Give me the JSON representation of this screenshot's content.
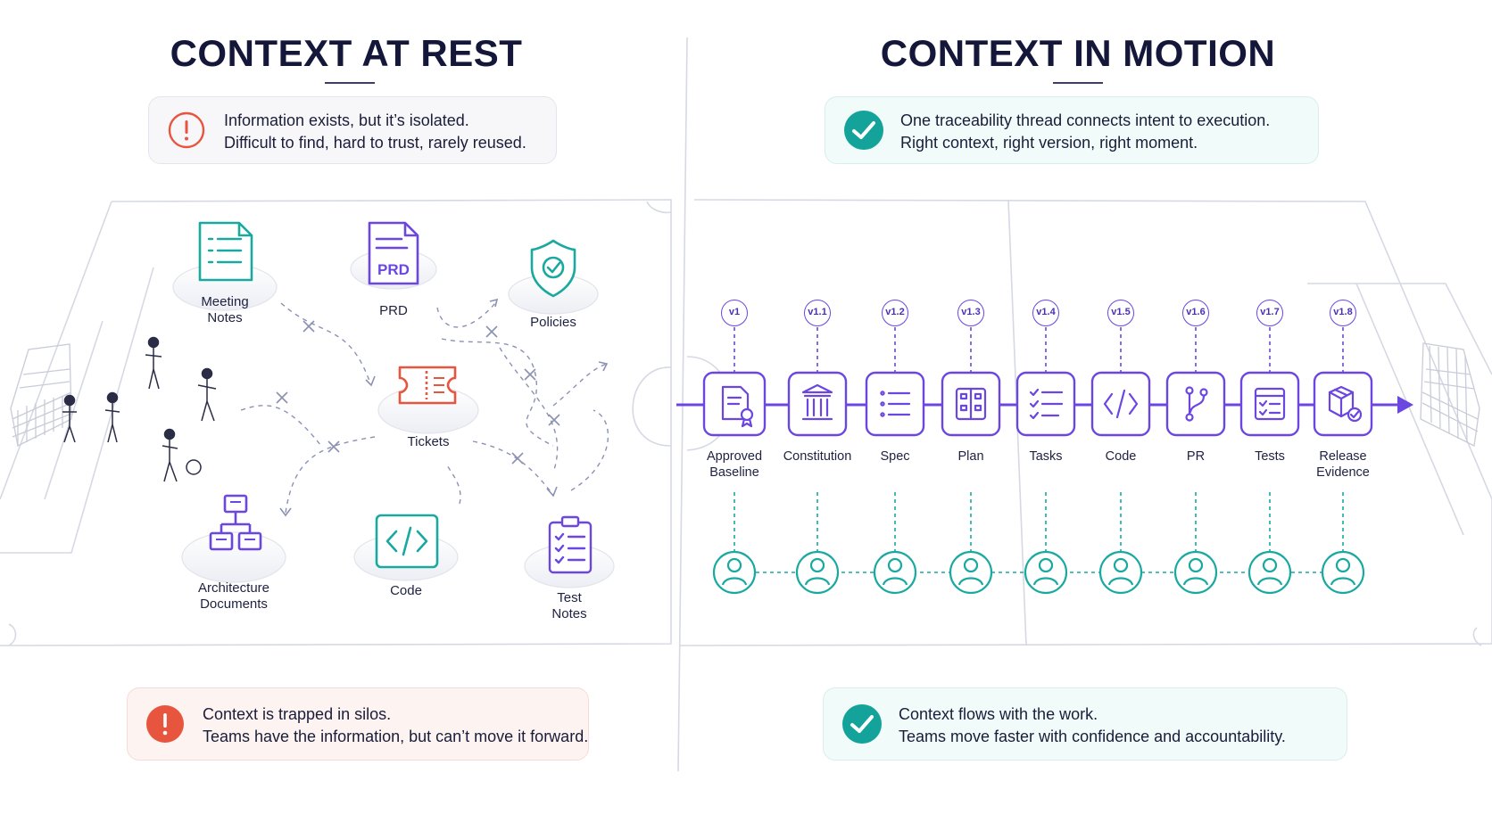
{
  "left": {
    "title": "CONTEXT AT REST",
    "top_callout": {
      "line1": "Information exists, but it’s isolated.",
      "line2": "Difficult to find, hard to trust, rarely reused."
    },
    "artifacts": [
      {
        "label": "Meeting\nNotes",
        "icon": "meeting-notes-icon"
      },
      {
        "label": "PRD",
        "icon": "prd-document-icon",
        "badge": "PRD"
      },
      {
        "label": "Policies",
        "icon": "shield-check-icon"
      },
      {
        "label": "Tickets",
        "icon": "ticket-icon"
      },
      {
        "label": "Architecture\nDocuments",
        "icon": "architecture-diagram-icon"
      },
      {
        "label": "Code",
        "icon": "code-brackets-icon"
      },
      {
        "label": "Test\nNotes",
        "icon": "clipboard-checklist-icon"
      }
    ],
    "bottom_callout": {
      "line1": "Context is trapped in silos.",
      "line2": "Teams have the information, but can’t move it forward."
    }
  },
  "right": {
    "title": "CONTEXT IN MOTION",
    "top_callout": {
      "line1": "One traceability thread connects intent to execution.",
      "line2": "Right context, right version, right moment."
    },
    "steps": [
      {
        "version": "v1",
        "label": "Approved\nBaseline",
        "icon": "certificate-icon"
      },
      {
        "version": "v1.1",
        "label": "Constitution",
        "icon": "pillar-icon"
      },
      {
        "version": "v1.2",
        "label": "Spec",
        "icon": "list-icon"
      },
      {
        "version": "v1.3",
        "label": "Plan",
        "icon": "board-icon"
      },
      {
        "version": "v1.4",
        "label": "Tasks",
        "icon": "checklist-icon"
      },
      {
        "version": "v1.5",
        "label": "Code",
        "icon": "code-brackets-icon"
      },
      {
        "version": "v1.6",
        "label": "PR",
        "icon": "git-branch-icon"
      },
      {
        "version": "v1.7",
        "label": "Tests",
        "icon": "test-window-icon"
      },
      {
        "version": "v1.8",
        "label": "Release\nEvidence",
        "icon": "package-check-icon"
      }
    ],
    "bottom_callout": {
      "line1": "Context flows with the work.",
      "line2": "Teams move faster with confidence and accountability."
    }
  },
  "colors": {
    "alert": "#e8553e",
    "success": "#14a39a",
    "accent": "#6b46e0",
    "teal": "#19a9a0",
    "field_line": "#d3d6e2"
  }
}
